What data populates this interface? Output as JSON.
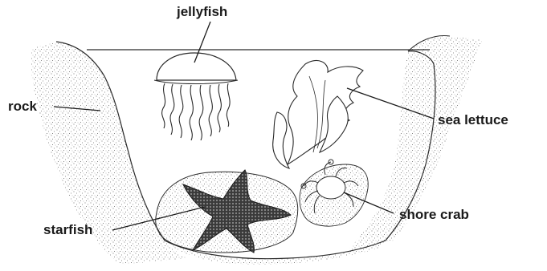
{
  "diagram": {
    "labels": {
      "jellyfish": "jellyfish",
      "rock": "rock",
      "sea_lettuce": "sea lettuce",
      "starfish": "starfish",
      "shore_crab": "shore crab"
    },
    "colors": {
      "ink": "#1a1a1a",
      "stipple": "#6b6b6b",
      "background": "#ffffff"
    }
  }
}
